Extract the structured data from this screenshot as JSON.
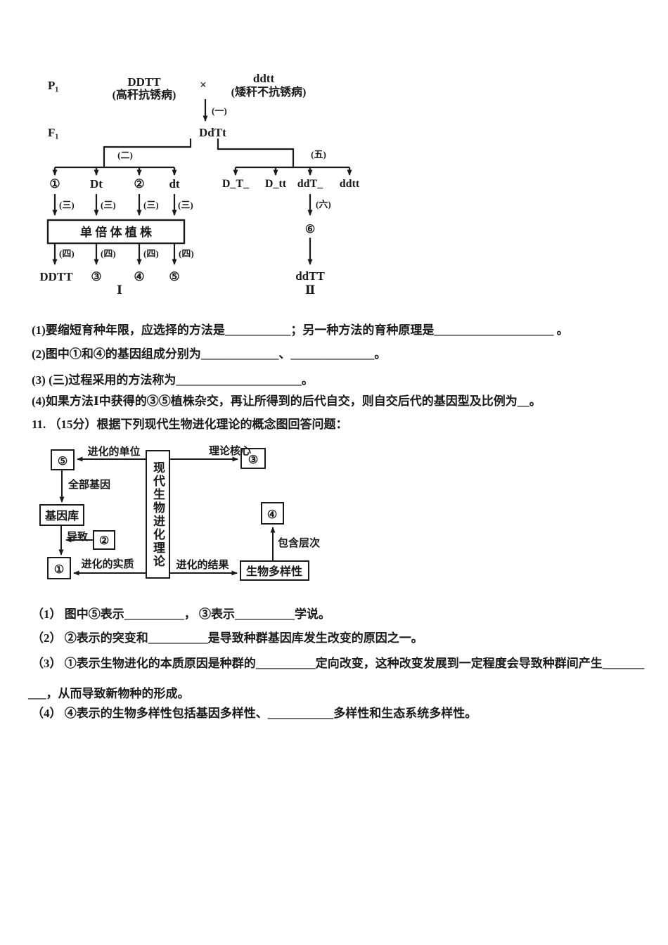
{
  "pedigree_diagram": {
    "p_label": "P₁",
    "f_label": "F₁",
    "parent1_genotype": "DDTT",
    "parent1_phenotype": "(高秆抗锈病)",
    "cross_symbol": "×",
    "parent2_genotype": "ddtt",
    "parent2_phenotype": "(矮秆不抗锈病)",
    "f1_genotype": "DdTt",
    "steps": {
      "one": "(一)",
      "two": "(二)",
      "three": "(三)",
      "four": "(四)",
      "five": "(五)",
      "six": "(六)"
    },
    "gametes": [
      "①",
      "Dt",
      "②",
      "dt"
    ],
    "f2_types": [
      "D_T_",
      "D_tt",
      "ddT_",
      "ddtt"
    ],
    "haploid_box": "单 倍 体 植 株",
    "results": [
      "DDTT",
      "③",
      "④",
      "⑤"
    ],
    "branch1_label": "Ⅰ",
    "circle6": "⑥",
    "result2": "ddTT",
    "branch2_label": "Ⅱ"
  },
  "question10": {
    "items": [
      "(1)要缩短育种年限，应选择的方法是___________；另一种方法的育种原理是____________________ 。",
      "(2)图中①和④的基因组成分别为_____________、______________。",
      "(3) (三)过程采用的方法称为_____________________。",
      "(4)如果方法Ⅰ中获得的③⑤植株杂交，再让所得到的后代自交，则自交后代的基因型及比例为__。"
    ]
  },
  "question11": {
    "header": "11. （15分）根据下列现代生物进化理论的概念图回答问题：",
    "concept_map": {
      "center": "现代生物进化理论",
      "node5": "⑤",
      "node3": "③",
      "node2": "②",
      "node1": "①",
      "node4": "④",
      "gene_pool": "基因库",
      "biodiversity": "生物多样性",
      "edge_unit": "进化的单位",
      "edge_core": "理论核心",
      "edge_all_genes": "全部基因",
      "edge_cause": "导致",
      "edge_essence": "进化的实质",
      "edge_result": "进化的结果",
      "edge_levels": "包含层次"
    },
    "items": [
      "（1） 图中⑤表示__________， ③表示__________学说。",
      "（2） ②表示的突变和__________是导致种群基因库发生改变的原因之一。",
      "（3） ①表示生物进化的本质原因是种群的__________定向改变，这种改变发展到一定程度会导致种群间产生_______",
      "___，从而导致新物种的形成。",
      "（4） ④表示的生物多样性包括基因多样性、___________多样性和生态系统多样性。"
    ]
  }
}
